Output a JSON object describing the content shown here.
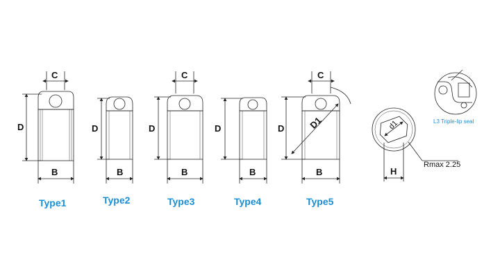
{
  "labels": {
    "c": "C",
    "d": "D",
    "b": "B",
    "d1_outer": "D1",
    "d1_inner": "d1",
    "h": "H",
    "rmax": "Rmax 2.25",
    "seal": "L3 Triple-lip seal"
  },
  "types": [
    "Type1",
    "Type2",
    "Type3",
    "Type4",
    "Type5"
  ],
  "colors": {
    "type_label": "#1a8fd6",
    "line": "#222222"
  }
}
